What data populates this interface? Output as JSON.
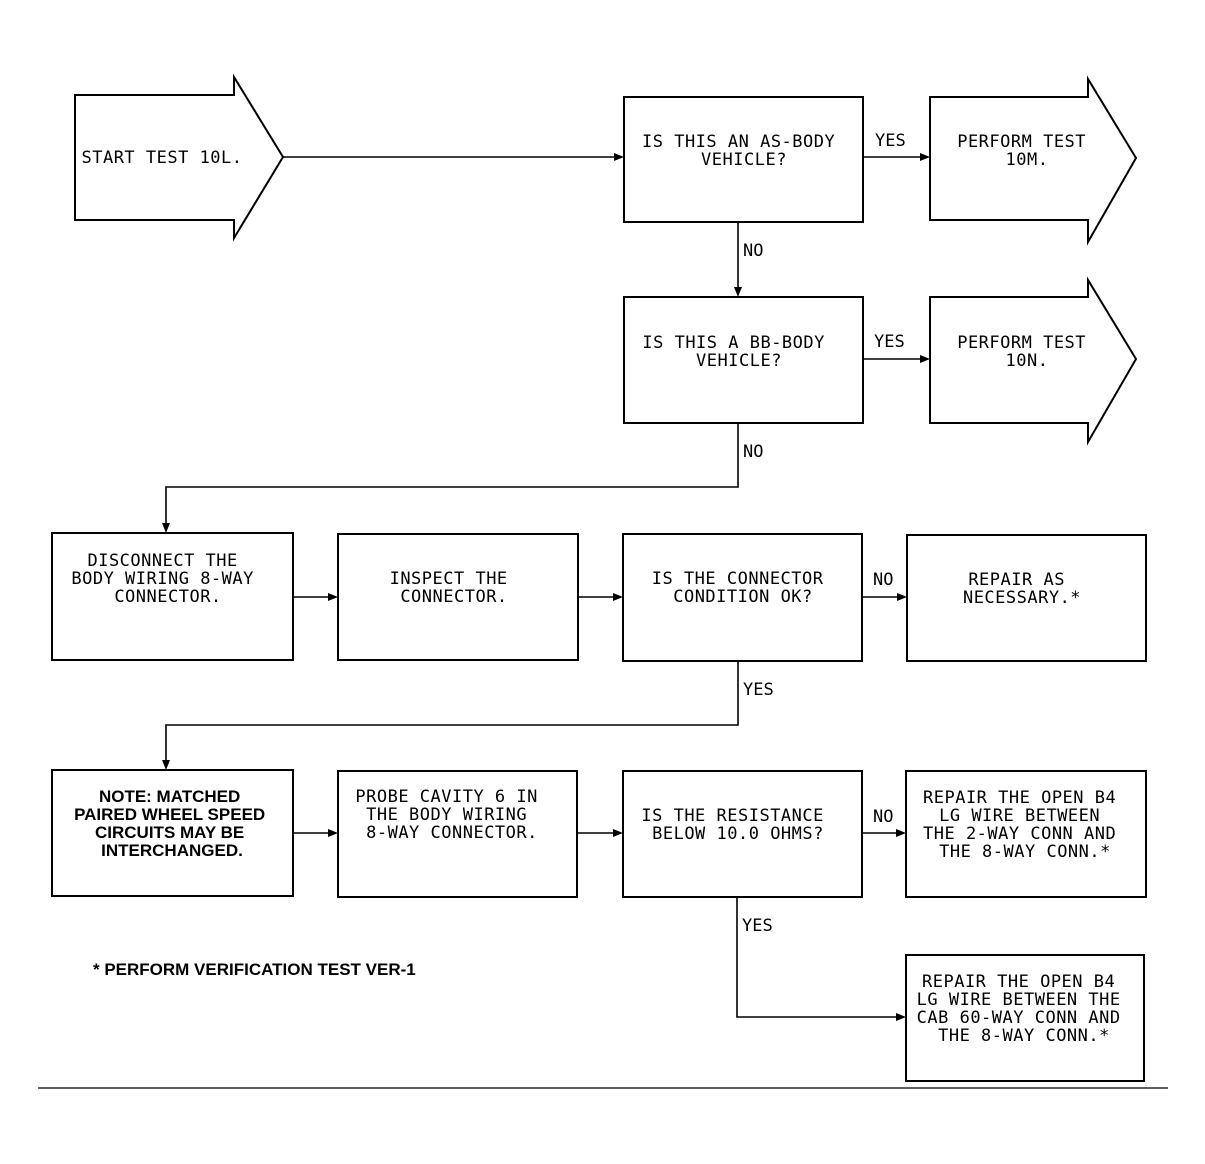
{
  "nodes": {
    "start": {
      "lines": [
        "START TEST 10L."
      ]
    },
    "q_as_body": {
      "lines": [
        "IS THIS AN AS-BODY",
        "VEHICLE?"
      ]
    },
    "perform_10m": {
      "lines": [
        "PERFORM TEST",
        "10M."
      ]
    },
    "q_bb_body": {
      "lines": [
        "IS THIS A BB-BODY",
        "VEHICLE?"
      ]
    },
    "perform_10n": {
      "lines": [
        "PERFORM TEST",
        "10N."
      ]
    },
    "disconnect": {
      "lines": [
        "DISCONNECT THE",
        "BODY WIRING 8-WAY",
        "CONNECTOR."
      ]
    },
    "inspect": {
      "lines": [
        "INSPECT THE",
        "CONNECTOR."
      ]
    },
    "q_connector": {
      "lines": [
        "IS THE CONNECTOR",
        "CONDITION OK?"
      ]
    },
    "repair_as_needed": {
      "lines": [
        "REPAIR AS",
        "NECESSARY.*"
      ]
    },
    "note": {
      "lines": [
        "NOTE:  MATCHED",
        "PAIRED WHEEL SPEED",
        "CIRCUITS MAY BE",
        "INTERCHANGED."
      ]
    },
    "probe": {
      "lines": [
        "PROBE CAVITY 6 IN",
        "THE BODY WIRING",
        "8-WAY CONNECTOR."
      ]
    },
    "q_resistance": {
      "lines": [
        "IS THE RESISTANCE",
        "BELOW 10.0 OHMS?"
      ]
    },
    "repair_2way": {
      "lines": [
        "REPAIR THE OPEN B4",
        "LG WIRE BETWEEN",
        "THE 2-WAY CONN AND",
        "THE 8-WAY CONN.*"
      ]
    },
    "repair_60way": {
      "lines": [
        "REPAIR THE OPEN B4",
        "LG WIRE BETWEEN THE",
        "CAB 60-WAY CONN AND",
        "THE 8-WAY CONN.*"
      ]
    }
  },
  "edges": {
    "yes_1": "YES",
    "no_1": "NO",
    "yes_2": "YES",
    "no_2": "NO",
    "no_3": "NO",
    "yes_3": "YES",
    "no_4": "NO",
    "yes_4": "YES"
  },
  "footnote": "* PERFORM VERIFICATION TEST VER-1"
}
